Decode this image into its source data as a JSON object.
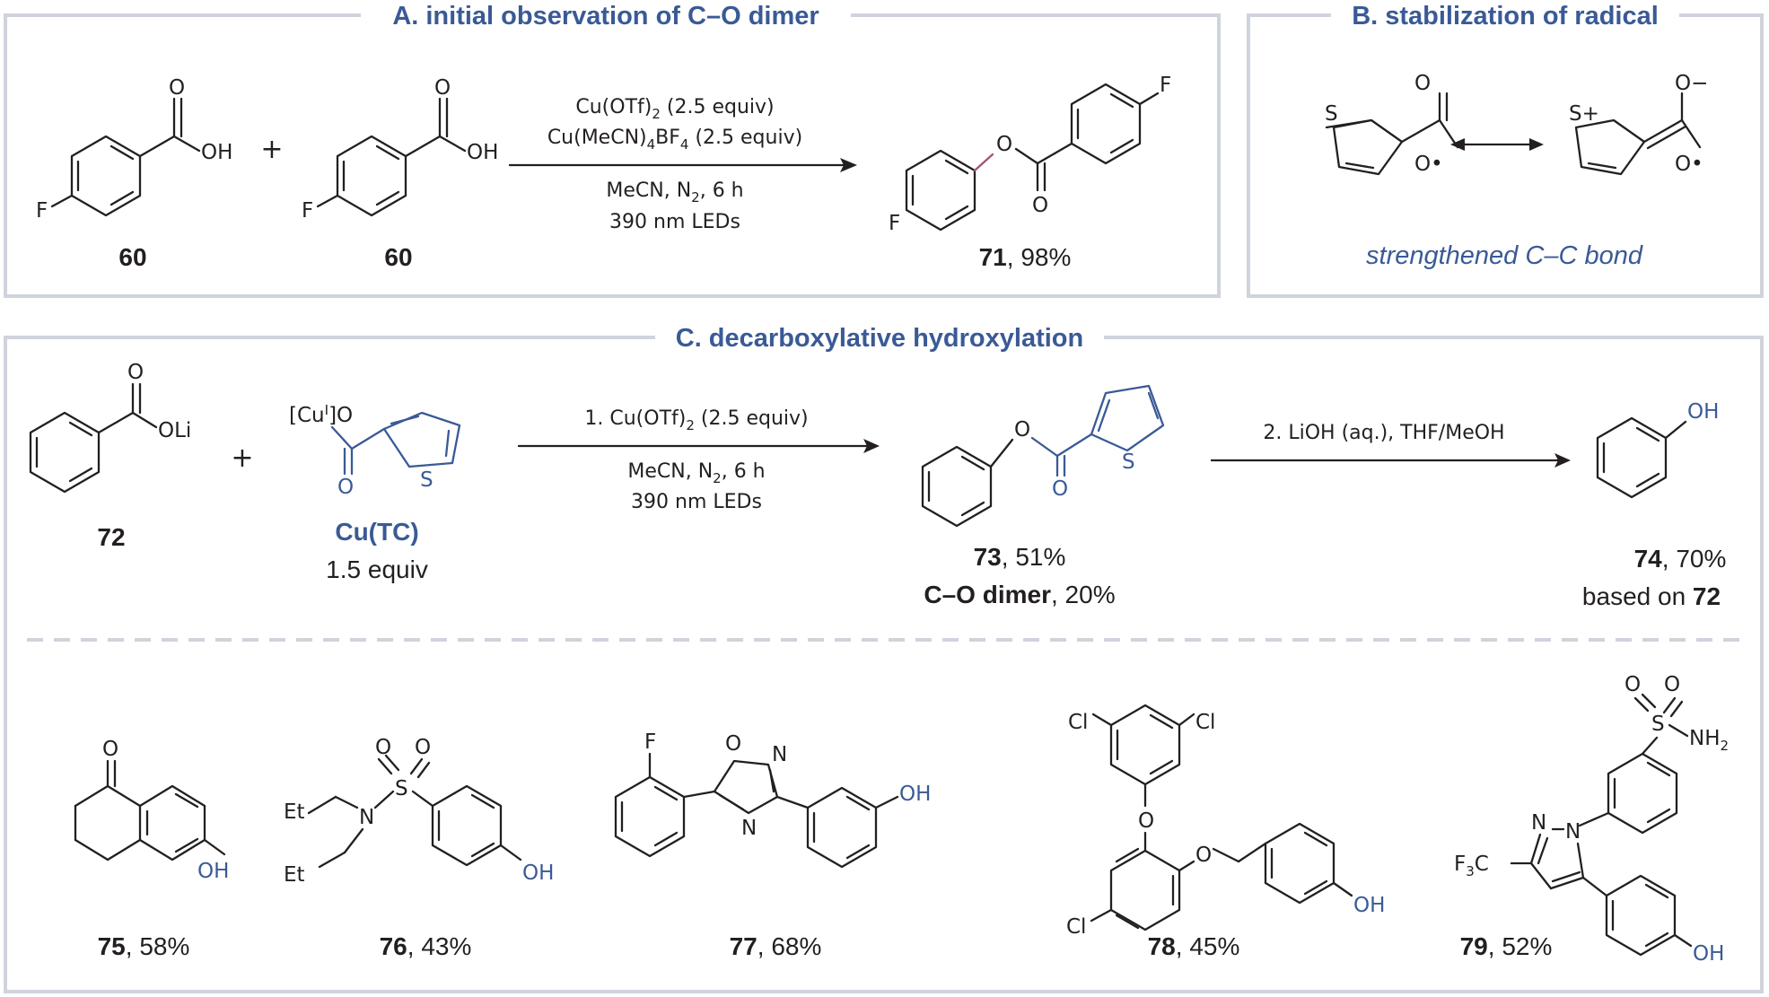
{
  "panels": {
    "a_title": "A. initial observation of C–O dimer",
    "b_title": "B. stabilization of radical",
    "c_title": "C. decarboxylative hydroxylation"
  },
  "panel_a": {
    "reactant1_label": "60",
    "reactant2_label": "60",
    "plus": "+",
    "cond1": "Cu(OTf)",
    "cond1_sub": "2",
    "cond1_rest": " (2.5 equiv)",
    "cond2_a": "Cu(MeCN)",
    "cond2_sub1": "4",
    "cond2_b": "BF",
    "cond2_sub2": "4",
    "cond2_rest": " (2.5 equiv)",
    "cond3_a": "MeCN, N",
    "cond3_sub": "2",
    "cond3_rest": ", 6 h",
    "cond4": "390 nm LEDs",
    "product_num": "71",
    "product_yield": ", 98%"
  },
  "panel_b": {
    "caption": "strengthened C–C bond"
  },
  "panel_c": {
    "reactant_label": "72",
    "plus": "+",
    "cu_tc": "Cu(TC)",
    "cu_tc_equiv": "1.5 equiv",
    "step1_a": "1. Cu(OTf)",
    "step1_sub": "2",
    "step1_rest": " (2.5 equiv)",
    "step1_c_a": "MeCN, N",
    "step1_c_sub": "2",
    "step1_c_rest": ", 6 h",
    "step1_led": "390 nm LEDs",
    "step2": "2. LiOH (aq.), THF/MeOH",
    "int_num": "73",
    "int_yield": ", 51%",
    "dimer_bold": "C–O dimer",
    "dimer_yield": ", 20%",
    "prod_num": "74",
    "prod_yield": ", 70%",
    "based_on": "based on ",
    "based_num": "72"
  },
  "examples": [
    {
      "num": "75",
      "yield": ", 58%"
    },
    {
      "num": "76",
      "yield": ", 43%"
    },
    {
      "num": "77",
      "yield": ", 68%"
    },
    {
      "num": "78",
      "yield": ", 45%"
    },
    {
      "num": "79",
      "yield": ", 52%"
    }
  ],
  "atoms": {
    "O": "O",
    "OH": "OH",
    "F": "F",
    "S": "S",
    "OLi": "OLi",
    "N": "N",
    "Cl": "Cl",
    "Et": "Et",
    "NH": "NH",
    "H2_sub": "2",
    "F3_sub": "3",
    "C": "C",
    "Cu": "[Cu",
    "CuI": "I",
    "Cu_close": "]O",
    "Splus": "S+",
    "Ominus": "O−",
    "Odot": "O•"
  },
  "colors": {
    "accent": "#3a5a96",
    "frame": "#cfd3dc",
    "text": "#231f20",
    "co_bond": "#a0537a"
  }
}
